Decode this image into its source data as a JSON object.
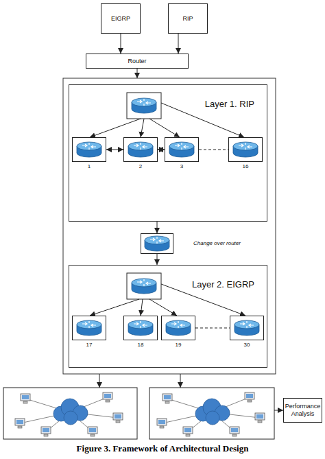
{
  "diagram": {
    "caption": "Figure 3. Framework of Architectural Design",
    "nodes": [
      {
        "text": [
          "EIGRP"
        ]
      },
      {
        "text": [
          "RIP"
        ]
      },
      {
        "text": [
          "Router"
        ]
      },
      {
        "text": [
          "Layer 1. RIP"
        ]
      },
      {
        "text": [
          "1"
        ],
        "in": 3
      },
      {
        "text": [
          "2"
        ],
        "in": 3
      },
      {
        "text": [
          "3"
        ],
        "in": 3
      },
      {
        "text": [
          "16"
        ],
        "in": 3
      },
      {
        "text": [
          "Change over router"
        ]
      },
      {
        "text": [
          "Layer 2. EIGRP"
        ]
      },
      {
        "text": [
          "17"
        ],
        "in": 9
      },
      {
        "text": [
          "18"
        ],
        "in": 9
      },
      {
        "text": [
          "19"
        ],
        "in": 9
      },
      {
        "text": [
          "30"
        ],
        "in": 9
      },
      {
        "text": [
          "Performance Analysis"
        ]
      }
    ],
    "edges": [
      {
        "from": 0,
        "to": 2,
        "arrow": "to"
      },
      {
        "from": 1,
        "to": 2,
        "arrow": "to"
      },
      {
        "from": 4,
        "to": 5,
        "arrow": "both"
      },
      {
        "from": 5,
        "to": 6,
        "arrow": "both"
      },
      {
        "from": 6,
        "to": 7,
        "arrow": "none"
      },
      {
        "from": 3,
        "to": 8,
        "arrow": "to"
      },
      {
        "from": 8,
        "to": 9,
        "arrow": "to"
      },
      {
        "from": 12,
        "to": 13,
        "arrow": "none"
      }
    ]
  }
}
